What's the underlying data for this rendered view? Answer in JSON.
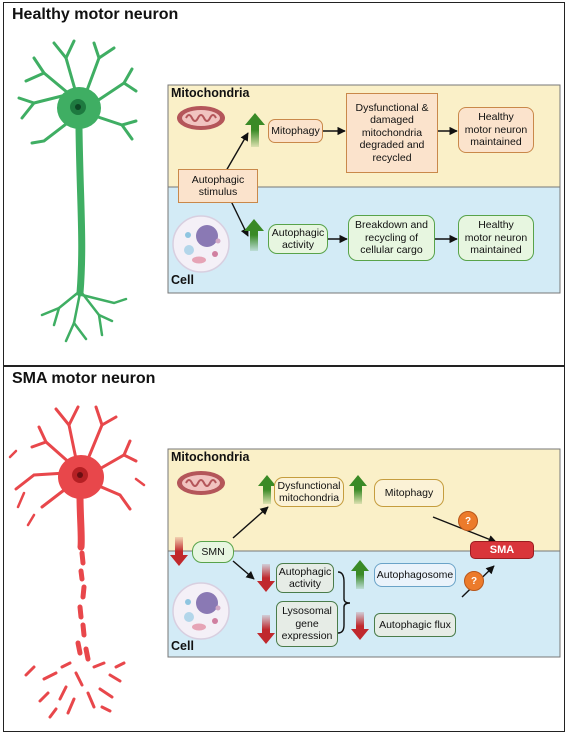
{
  "top": {
    "title": "Healthy motor neuron",
    "mito_label": "Mitochondria",
    "cell_label": "Cell",
    "stimulus": [
      "Autophagic",
      "stimulus"
    ],
    "mitophagy": "Mitophagy",
    "degraded": [
      "Dysfunctional &",
      "damaged",
      "mitochondria",
      "degraded and",
      "recycled"
    ],
    "maintained_1": [
      "Healthy",
      "motor neuron",
      "maintained"
    ],
    "autophagic_activity": [
      "Autophagic",
      "activity"
    ],
    "breakdown": [
      "Breakdown and",
      "recycling of",
      "cellular cargo"
    ],
    "maintained_2": [
      "Healthy",
      "motor neuron",
      "maintained"
    ]
  },
  "bottom": {
    "title": "SMA motor neuron",
    "mito_label": "Mitochondria",
    "cell_label": "Cell",
    "smn": "SMN",
    "dysfunctional": [
      "Dysfunctional",
      "mitochondria"
    ],
    "mitophagy": "Mitophagy",
    "sma": "SMA",
    "question": "?",
    "autophagic_activity": [
      "Autophagic",
      "activity"
    ],
    "lysosomal": [
      "Lysosomal",
      "gene",
      "expression"
    ],
    "autophagosome": "Autophagosome",
    "autophagic_flux": "Autophagic flux"
  },
  "colors": {
    "healthy_neuron": "#3fae63",
    "sma_neuron": "#e8474b",
    "mito_panel": "#faf0c8",
    "cell_panel": "#d3ebf6",
    "up_arrow": "#3a8a26",
    "down_arrow": "#c0282d"
  },
  "icons": [
    "mitochondrion-icon",
    "cell-icon",
    "up-arrow-icon",
    "down-arrow-icon",
    "question-icon"
  ]
}
